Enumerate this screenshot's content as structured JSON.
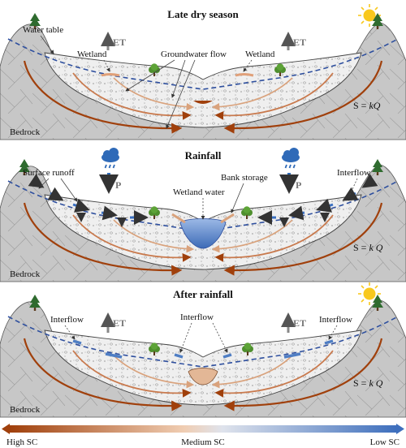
{
  "panels": [
    {
      "title": "Late dry season",
      "bedrock": "Bedrock",
      "equation": {
        "lhs": "S =",
        "rhs": "kQ"
      },
      "labels": {
        "water_table": "Water table",
        "wetland_left": "Wetland",
        "groundwater_flow": "Groundwater flow",
        "wetland_right": "Wetland",
        "et": "ET"
      },
      "weather": "sun-icon"
    },
    {
      "title": "Rainfall",
      "bedrock": "Bedrock",
      "equation": {
        "lhs": "S =",
        "rhs": "k Q"
      },
      "labels": {
        "surface_runoff": "Surface runoff",
        "wetland_water": "Wetland water",
        "bank_storage": "Bank storage",
        "interflow": "Interflow",
        "p": "P"
      },
      "weather": "rain-cloud-icon"
    },
    {
      "title": "After rainfall",
      "bedrock": "Bedrock",
      "equation": {
        "lhs": "S =",
        "rhs": "k Q"
      },
      "labels": {
        "interflow_left": "Interflow",
        "interflow_center": "Interflow",
        "interflow_right": "Interflow",
        "et": "ET"
      },
      "weather": "sun-icon"
    }
  ],
  "scale": {
    "left": "High SC",
    "middle": "Medium SC",
    "right": "Low SC"
  },
  "colors": {
    "high_sc": "#a0400c",
    "medium_sc": "#e9c3a5",
    "low_sc": "#4f7ec4",
    "water_table": "#2e4f9e",
    "bedrock": "#c9c9c9",
    "sediment": "#eeeeee"
  }
}
